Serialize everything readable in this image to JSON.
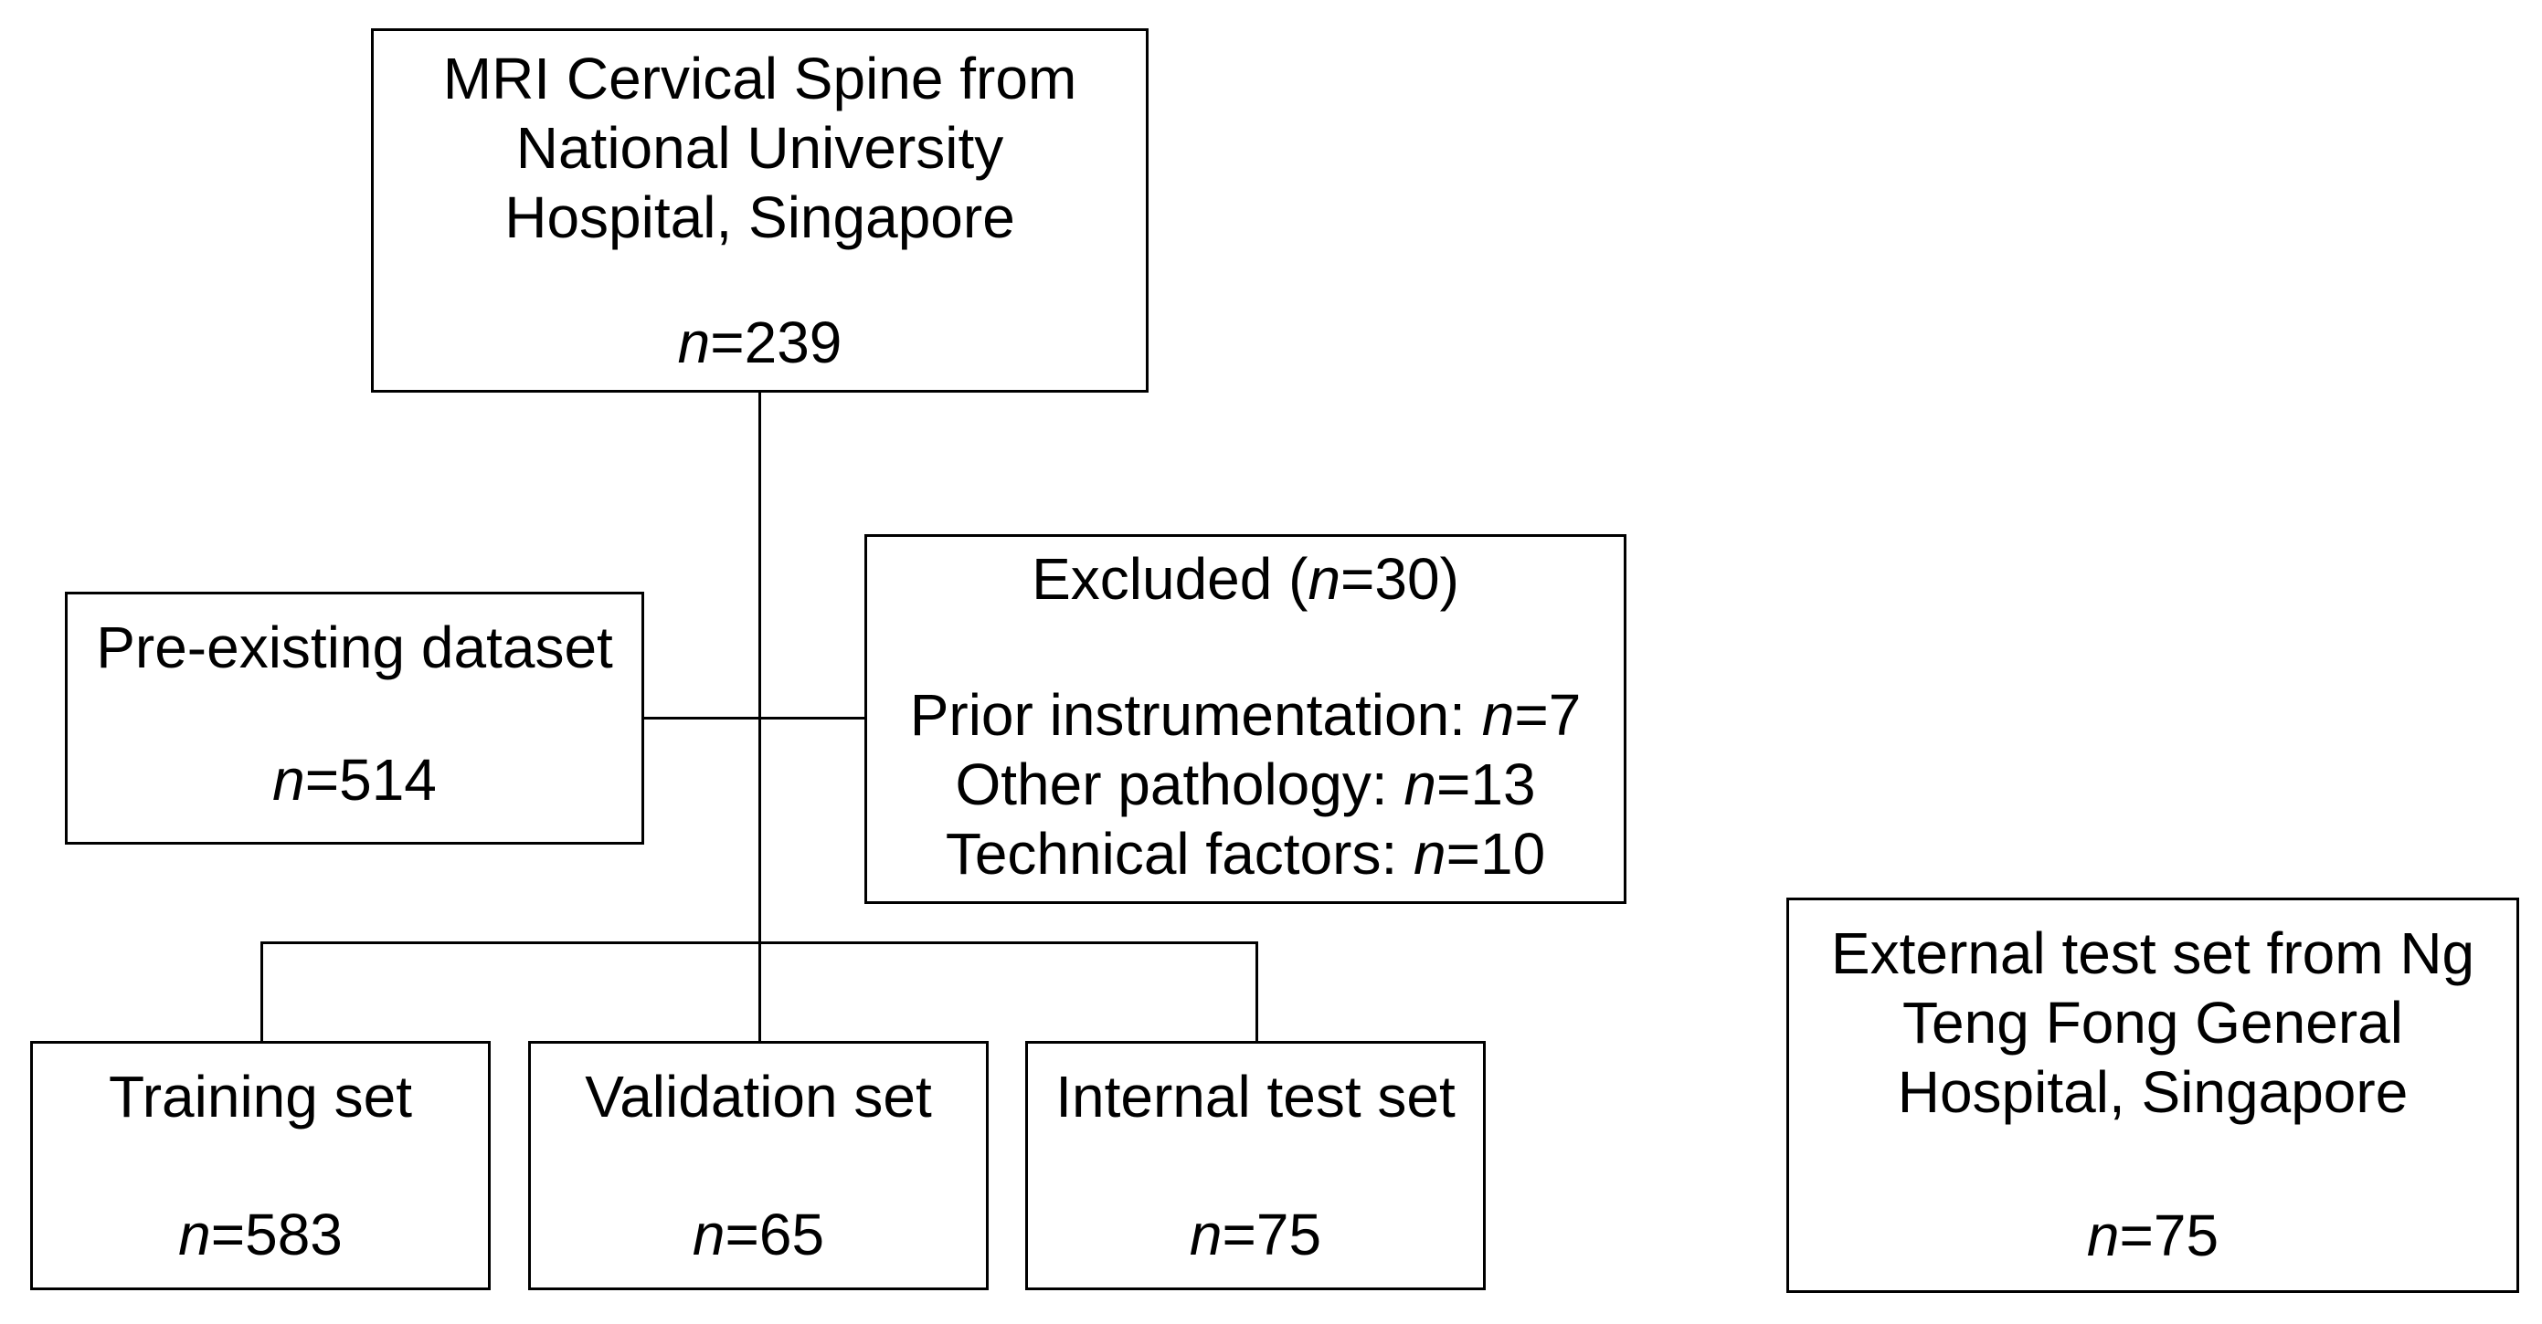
{
  "figure": {
    "background_color": "#ffffff",
    "line_color": "#000000",
    "text_color": "#000000"
  },
  "boxes": {
    "source": {
      "lines": [
        "MRI Cervical Spine from",
        "National University",
        "Hospital, Singapore"
      ],
      "n_italic": "n",
      "n_text": "=239"
    },
    "pre_existing": {
      "label": "Pre-existing dataset",
      "n_italic": "n",
      "n_text": "=514"
    },
    "excluded": {
      "title_pre": "Excluded (",
      "title_n": "n",
      "title_post": "=30)",
      "items": [
        {
          "pre": "Prior instrumentation: ",
          "n": "n",
          "post": "=7"
        },
        {
          "pre": "Other pathology: ",
          "n": "n",
          "post": "=13"
        },
        {
          "pre": "Technical factors: ",
          "n": "n",
          "post": "=10"
        }
      ]
    },
    "training": {
      "label": "Training set",
      "n_italic": "n",
      "n_text": "=583"
    },
    "validation": {
      "label": "Validation set",
      "n_italic": "n",
      "n_text": "=65"
    },
    "internal_test": {
      "label": "Internal test set",
      "n_italic": "n",
      "n_text": "=75"
    },
    "external_test": {
      "lines": [
        "External test set from Ng",
        "Teng Fong General",
        "Hospital, Singapore"
      ],
      "n_italic": "n",
      "n_text": "=75"
    }
  }
}
